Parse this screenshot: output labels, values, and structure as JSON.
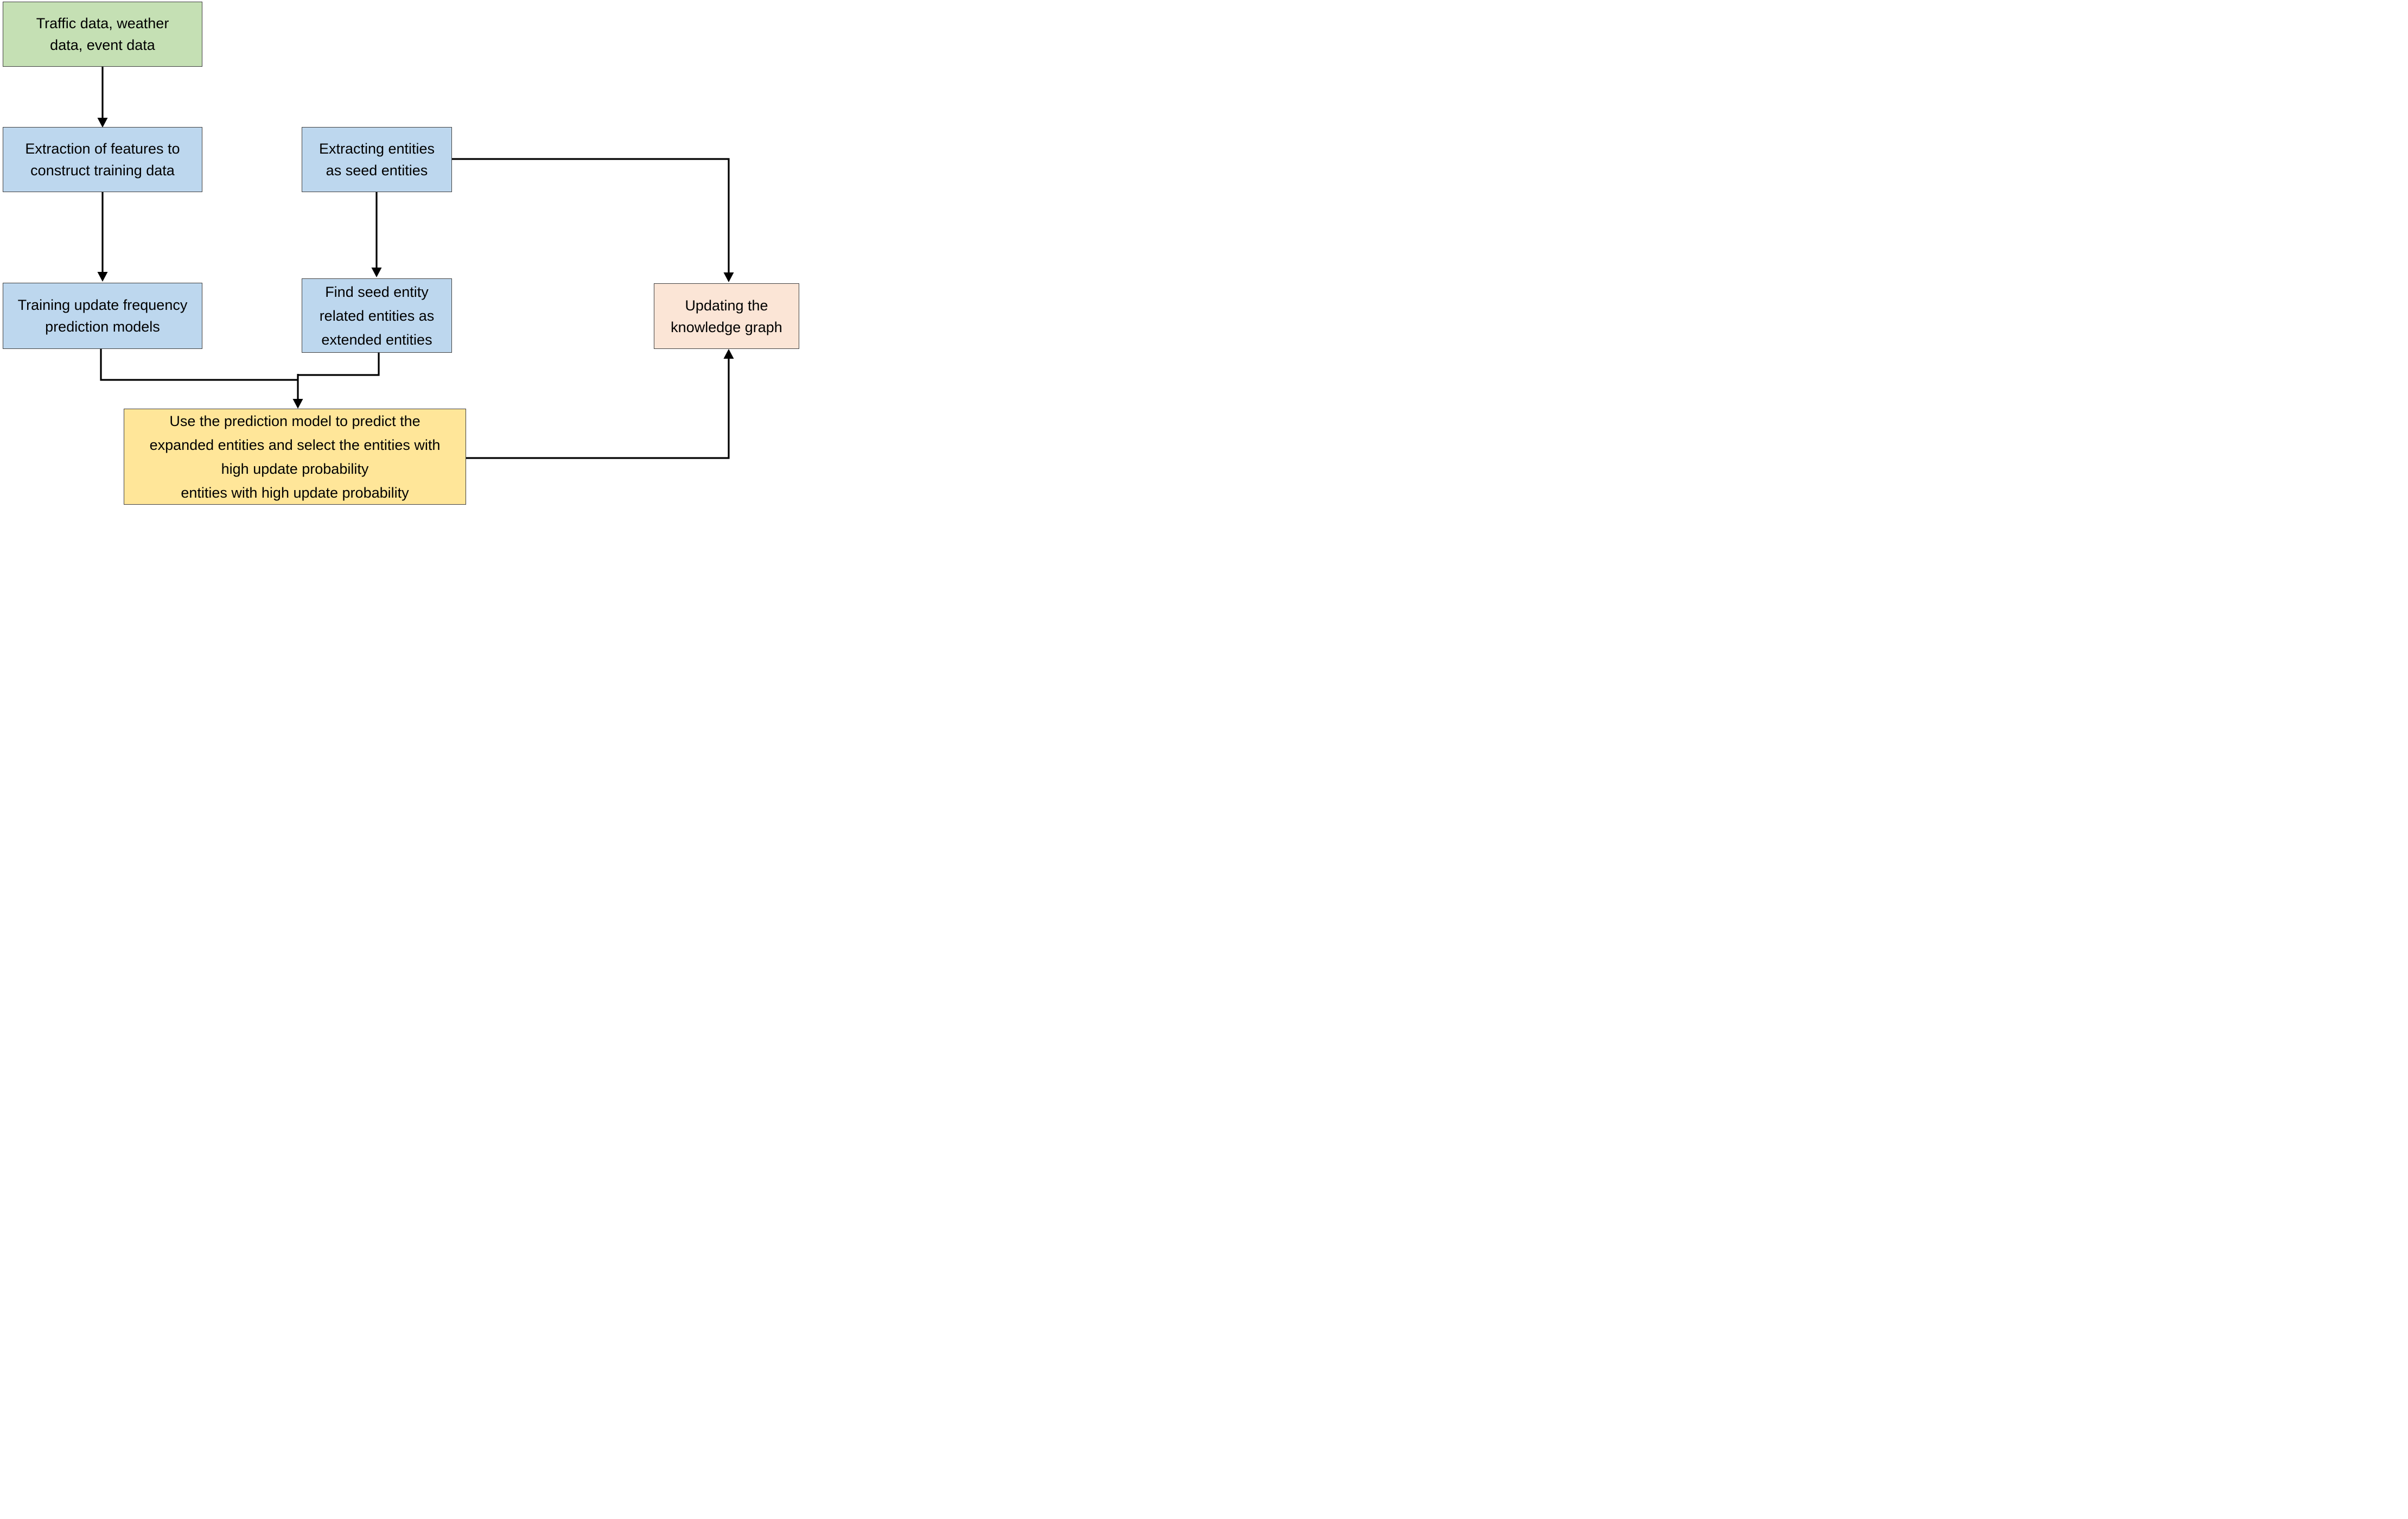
{
  "diagram": {
    "type": "flowchart",
    "description": "Knowledge graph update pipeline flowchart"
  },
  "palette": {
    "source_fill": "#c5e0b4",
    "process_fill": "#bdd7ee",
    "prediction_fill": "#ffe699",
    "update_fill": "#fbe5d6",
    "node_border": "#404040",
    "arrow": "#000000",
    "text": "#000000",
    "background": "#ffffff"
  },
  "nodes": {
    "source_data": {
      "label": "Traffic data, weather\ndata, event data",
      "fill": "#c5e0b4"
    },
    "feature_extraction": {
      "label": "Extraction of features to\nconstruct training data",
      "fill": "#bdd7ee"
    },
    "model_training": {
      "label": "Training update frequency\nprediction models",
      "fill": "#bdd7ee"
    },
    "seed_extraction": {
      "label": "Extracting entities\nas seed entities",
      "fill": "#bdd7ee"
    },
    "related_entities": {
      "label": "Find seed entity\nrelated entities as\nextended entities",
      "fill": "#bdd7ee"
    },
    "prediction": {
      "label": "Use the prediction model to predict the\nexpanded entities and select the entities with\nhigh update probability\nentities with high update probability",
      "fill": "#ffe699"
    },
    "kg_update": {
      "label": "Updating the\nknowledge graph",
      "fill": "#fbe5d6"
    }
  },
  "edges": [
    {
      "from": "source_data",
      "to": "feature_extraction",
      "style": "arrow-down"
    },
    {
      "from": "feature_extraction",
      "to": "model_training",
      "style": "arrow-down"
    },
    {
      "from": "seed_extraction",
      "to": "related_entities",
      "style": "arrow-down"
    },
    {
      "from": "seed_extraction",
      "to": "kg_update",
      "style": "right-then-down-arrow"
    },
    {
      "from": "model_training",
      "to": "prediction",
      "style": "down-right-merge-arrow"
    },
    {
      "from": "related_entities",
      "to": "prediction",
      "style": "down-left-merge-arrow"
    },
    {
      "from": "prediction",
      "to": "kg_update",
      "style": "right-then-up-arrow"
    }
  ]
}
